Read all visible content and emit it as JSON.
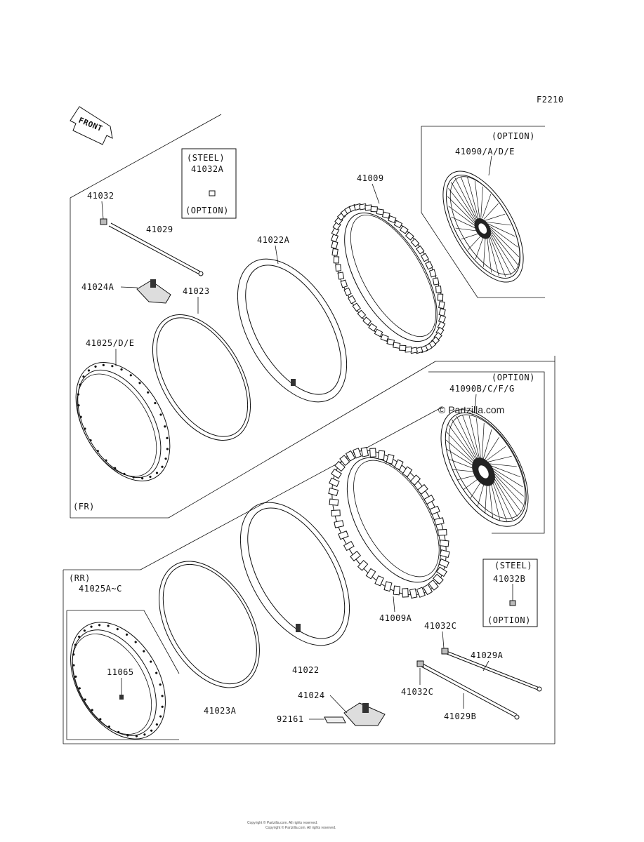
{
  "diagram_code": "F2210",
  "front_arrow_label": "FRONT",
  "watermark": "© Partzilla.com",
  "footer_line_1": "Copyright © Partzilla.com. All rights reserved.",
  "footer_line_2": "Copyright © Partzilla.com. All rights reserved.",
  "front_section": {
    "tag": "(FR)",
    "labels": {
      "p41032": "41032",
      "p41029": "41029",
      "p41024A": "41024A",
      "p41023": "41023",
      "p41025DE": "41025/D/E",
      "p41022A": "41022A",
      "p41009": "41009",
      "p41090ADE": "41090/A/D/E"
    },
    "steel_box": {
      "title": "(STEEL)",
      "part": "41032A",
      "footer": "(OPTION)"
    },
    "option_wheel": {
      "title": "(OPTION)"
    }
  },
  "rear_section": {
    "tag": "(RR)",
    "labels": {
      "p41025AC": "41025A~C",
      "p11065": "11065",
      "p41023A": "41023A",
      "p41022": "41022",
      "p41024": "41024",
      "p92161": "92161",
      "p41009A": "41009A",
      "p41032C_a": "41032C",
      "p41032C_b": "41032C",
      "p41029A": "41029A",
      "p41029B": "41029B",
      "p41090BCFG": "41090B/C/F/G"
    },
    "steel_box": {
      "title": "(STEEL)",
      "part": "41032B",
      "footer": "(OPTION)"
    },
    "option_wheel": {
      "title": "(OPTION)"
    }
  }
}
